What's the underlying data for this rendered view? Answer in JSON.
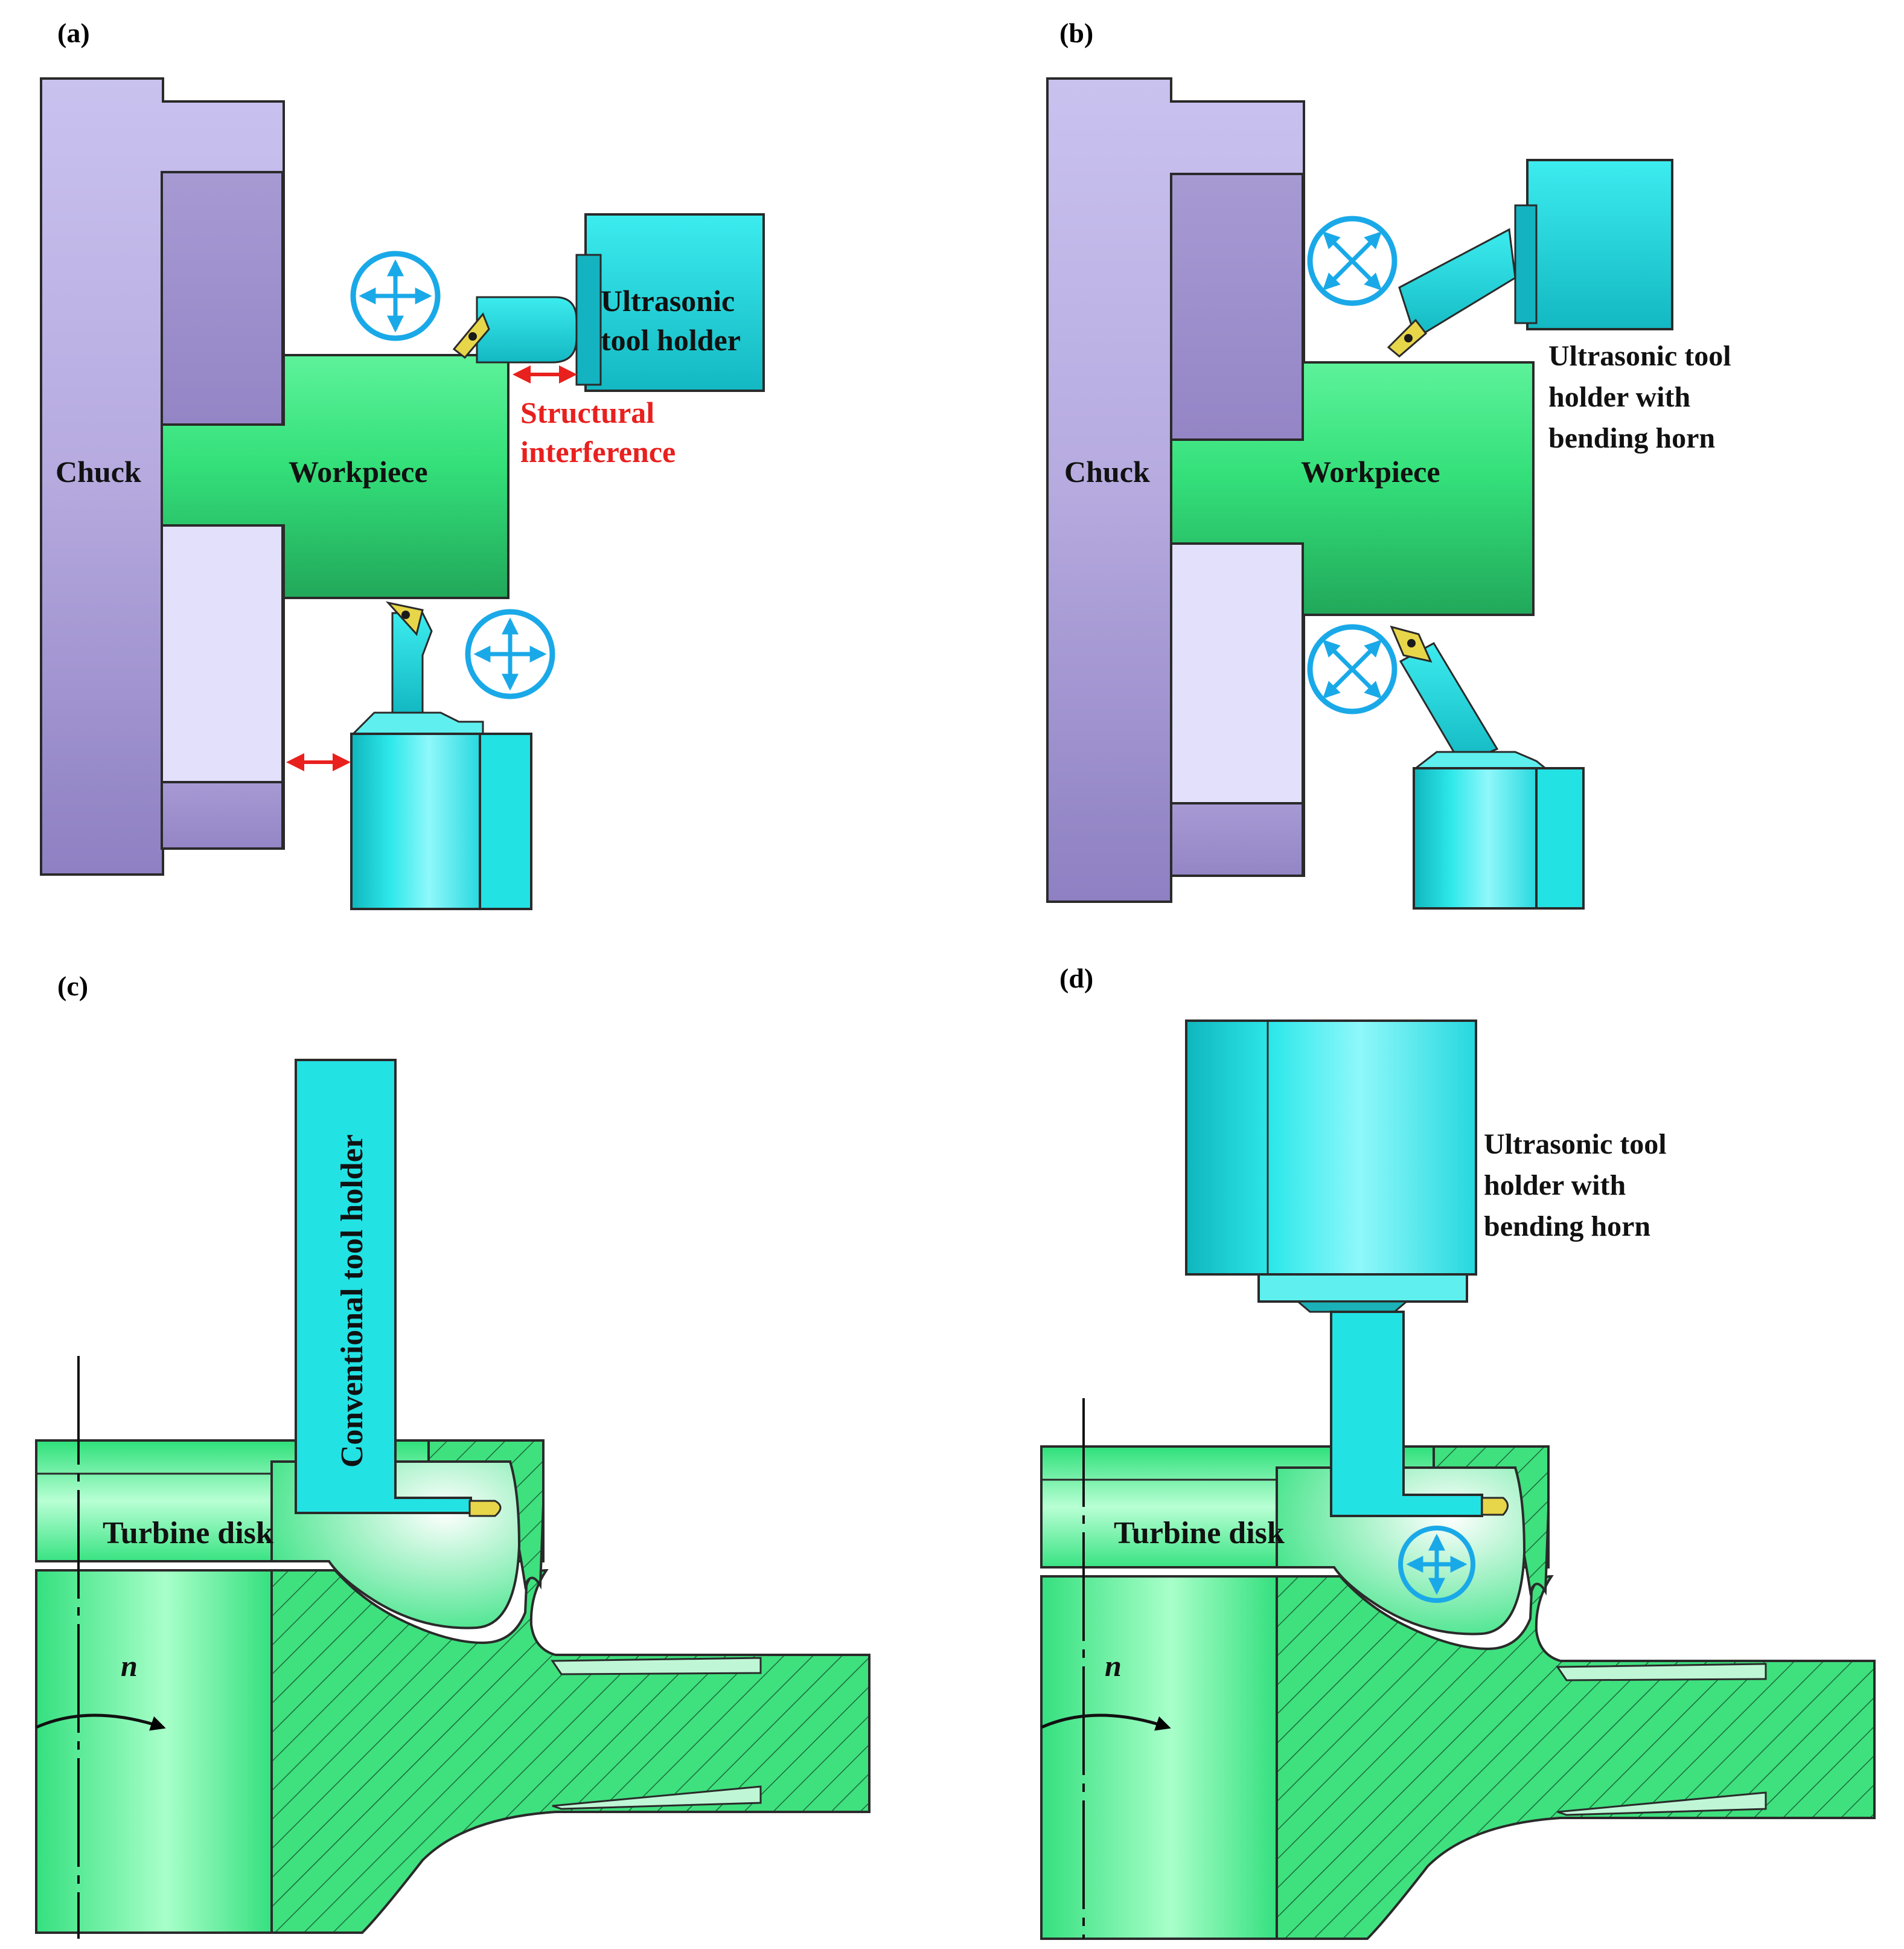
{
  "panels": {
    "a": {
      "label": "(a)",
      "chuck": "Chuck",
      "workpiece": "Workpiece",
      "holder": [
        "Ultrasonic",
        "tool holder"
      ],
      "interference": [
        "Structural",
        "interference"
      ]
    },
    "b": {
      "label": "(b)",
      "chuck": "Chuck",
      "workpiece": "Workpiece",
      "holder": [
        "Ultrasonic tool",
        "holder with",
        "bending horn"
      ]
    },
    "c": {
      "label": "(c)",
      "holder": "Conventional tool holder",
      "disk": "Turbine disk",
      "rotation": "n"
    },
    "d": {
      "label": "(d)",
      "holder": [
        "Ultrasonic tool",
        "holder with",
        "bending horn"
      ],
      "disk": "Turbine disk",
      "rotation": "n"
    }
  },
  "colors": {
    "chuck": "#b3a8de",
    "workpiece": "#3fe07e",
    "tool": "#22e2e4",
    "insert": "#e8d64a",
    "arrow_cyan": "#1aa9e8",
    "interference_red": "#e8201e"
  }
}
